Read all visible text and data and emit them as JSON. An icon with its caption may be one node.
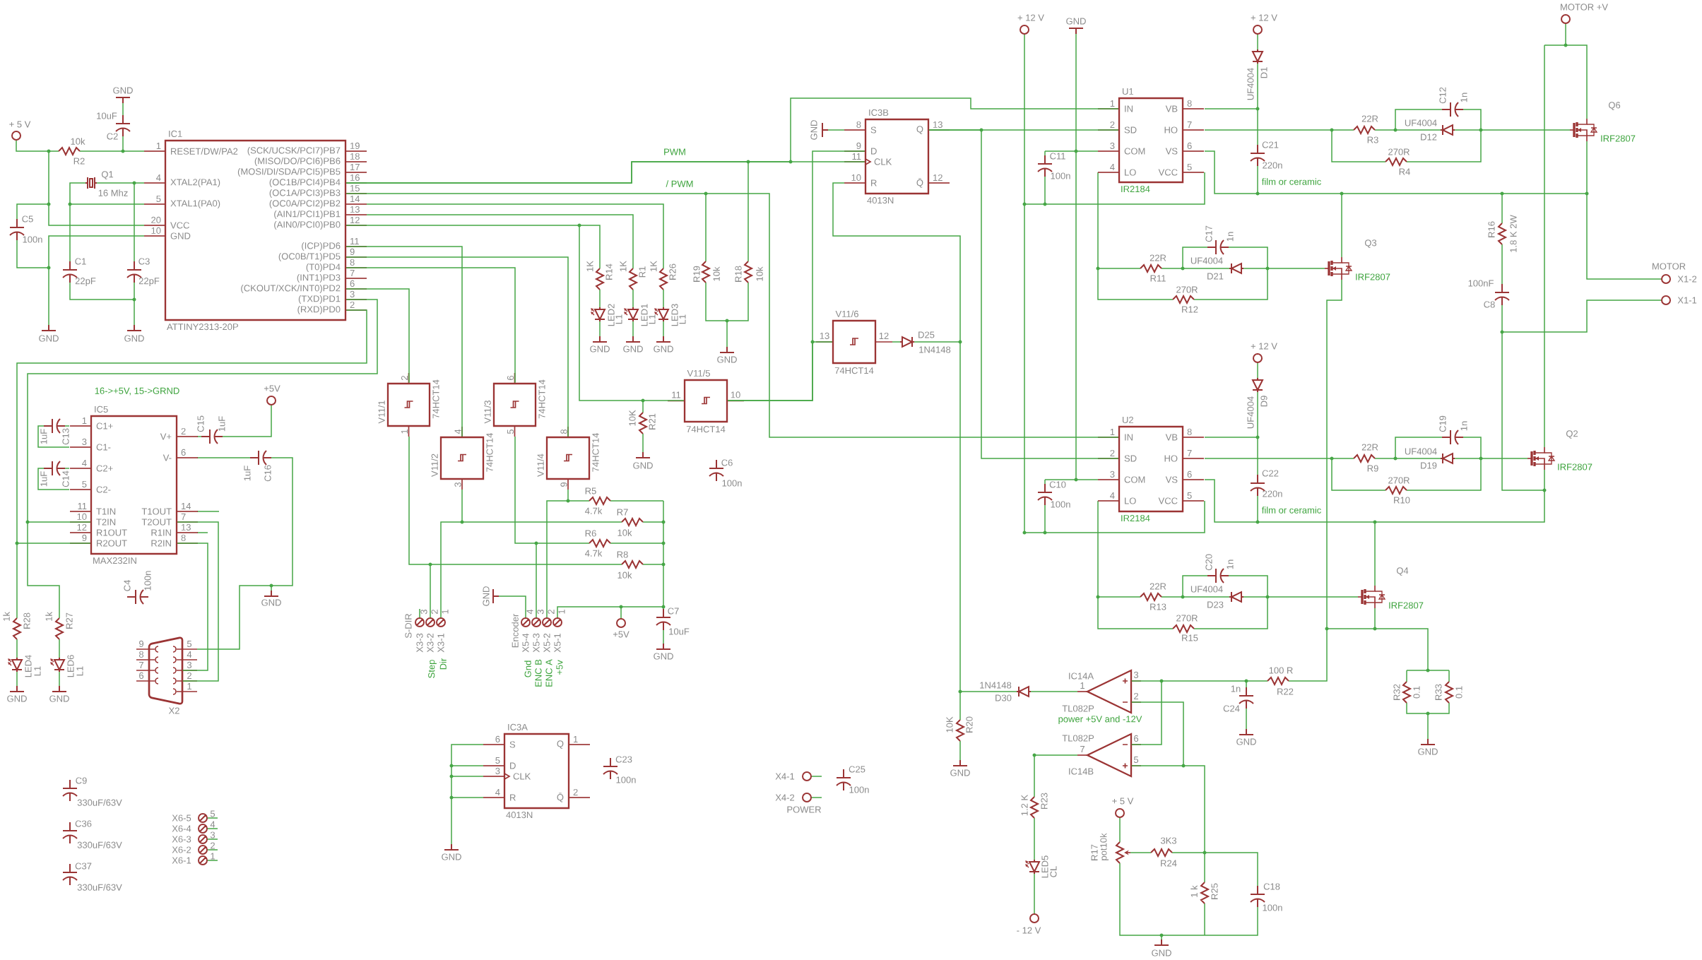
{
  "diagram": {
    "nodes": [
      {
        "text": [
          "IC1",
          "RESET/DW/PA2",
          "XTAL2(PA1)",
          "XTAL1(PA0)",
          "VCC",
          "GND",
          "(SCK/UCSK/PCI7)PB7",
          "(MISO/DO/PCI6)PB6",
          "(MOSI/DI/SDA/PCI5)PB5",
          "(OC1B/PCI4)PB4",
          "(OC1A/PCI3)PB3",
          "(OC0A/PCI2)PB2",
          "(AIN1/PCI1)PB1",
          "(AIN0/PCI0)PB0",
          "(ICP)PD6",
          "(OC0B/T1)PD5",
          "(T0)PD4",
          "(INT1)PD3",
          "(CKOUT/XCK/INT0)PD2",
          "(TXD)PD1",
          "(RXD)PD0",
          "ATTINY2313-20P"
        ],
        "beside": [
          "1",
          "4",
          "5",
          "20",
          "10",
          "19",
          "18",
          "17",
          "16",
          "15",
          "14",
          "13",
          "12",
          "11",
          "9",
          "8",
          "7",
          "6",
          "3",
          "2"
        ]
      },
      {
        "text": [
          "IC5",
          "C1+",
          "C1-",
          "C2+",
          "C2-",
          "T1IN",
          "T2IN",
          "R1OUT",
          "R2OUT",
          "V+",
          "V-",
          "T1OUT",
          "T2OUT",
          "R1IN",
          "R2IN",
          "MAX232IN"
        ],
        "beside": [
          "1",
          "3",
          "4",
          "5",
          "11",
          "10",
          "12",
          "9",
          "2",
          "6",
          "14",
          "7",
          "13",
          "8"
        ]
      },
      {
        "text": [
          "IC3B",
          "S",
          "D",
          "CLK",
          "R",
          "Q",
          "Q̄",
          "4013N"
        ],
        "beside": [
          "8",
          "9",
          "11",
          "10",
          "13",
          "12"
        ]
      },
      {
        "text": [
          "U1",
          "IN",
          "SD",
          "COM",
          "LO",
          "VB",
          "HO",
          "VS",
          "VCC",
          "IR2184"
        ],
        "beside": [
          "1",
          "2",
          "3",
          "4",
          "8",
          "7",
          "6",
          "5"
        ]
      },
      {
        "text": [
          "U2",
          "IN",
          "SD",
          "COM",
          "LO",
          "VB",
          "HO",
          "VS",
          "VCC",
          "IR2184"
        ],
        "beside": [
          "1",
          "2",
          "3",
          "4",
          "8",
          "7",
          "6",
          "5"
        ]
      },
      {
        "text": [
          "V11/1",
          "74HCT14",
          "2",
          "1"
        ]
      },
      {
        "text": [
          "V11/2",
          "74HCT14",
          "4",
          "3"
        ]
      },
      {
        "text": [
          "V11/3",
          "74HCT14",
          "6",
          "5"
        ]
      },
      {
        "text": [
          "V11/4",
          "74HCT14",
          "8",
          "9"
        ]
      },
      {
        "text": [
          "V11/5",
          "74HCT14",
          "11",
          "10"
        ]
      },
      {
        "text": [
          "V11/6",
          "74HCT14",
          "13",
          "12"
        ]
      },
      {
        "text": [
          "IC3A",
          "S",
          "D",
          "CLK",
          "R",
          "Q",
          "Q̄",
          "4013N"
        ],
        "beside": [
          "6",
          "5",
          "3",
          "4",
          "1",
          "2"
        ]
      },
      {
        "text": [
          "IC14A",
          "TL082P"
        ],
        "beside": [
          "1",
          "3",
          "2"
        ]
      },
      {
        "text": [
          "TL082P",
          "IC14B"
        ],
        "beside": [
          "7",
          "6",
          "5"
        ]
      },
      {
        "text": [
          "X2"
        ],
        "beside": [
          "9",
          "8",
          "7",
          "6",
          "5",
          "4",
          "3",
          "2",
          "1"
        ]
      }
    ],
    "edges": [
      {
        "from": 0,
        "to": 2,
        "arrow": "none",
        "label": "PWM"
      },
      {
        "from": 0,
        "to": 3,
        "arrow": "none"
      },
      {
        "from": 0,
        "to": 4,
        "arrow": "none",
        "label": "/ PWM"
      },
      {
        "from": 0,
        "to": 9,
        "arrow": "none"
      },
      {
        "from": 9,
        "to": 2,
        "arrow": "none"
      },
      {
        "from": 9,
        "to": 10,
        "arrow": "none"
      },
      {
        "from": 2,
        "to": 3,
        "arrow": "none"
      },
      {
        "from": 2,
        "to": 4,
        "arrow": "none"
      },
      {
        "from": 0,
        "to": 5,
        "arrow": "none"
      },
      {
        "from": 0,
        "to": 6,
        "arrow": "none"
      },
      {
        "from": 0,
        "to": 7,
        "arrow": "none"
      },
      {
        "from": 0,
        "to": 8,
        "arrow": "none"
      },
      {
        "from": 0,
        "to": 1,
        "arrow": "none"
      },
      {
        "from": 0,
        "to": 1,
        "arrow": "none"
      },
      {
        "from": 1,
        "to": 14,
        "arrow": "none"
      },
      {
        "from": 1,
        "to": 14,
        "arrow": "none"
      },
      {
        "from": 12,
        "to": 13,
        "arrow": "none"
      },
      {
        "from": 12,
        "to": 13,
        "arrow": "none"
      }
    ],
    "labels": [
      "+ 5 V",
      "GND",
      "10uF",
      "C2",
      "10k",
      "R2",
      "Q1",
      "16 Mhz",
      "C5",
      "100n",
      "C1",
      "22pF",
      "C3",
      "22pF",
      "GND",
      "GND",
      "16->+5V, 15->GRND",
      "+5V",
      "1uF",
      "C13",
      "1uF",
      "C14",
      "C15",
      "1uF",
      "1uF",
      "C16",
      "C4",
      "100n",
      "GND",
      "1k",
      "R28",
      "LED4",
      "L1",
      "GND",
      "1k",
      "R27",
      "LED6",
      "L1",
      "GND",
      "C9",
      "330uF/63V",
      "C36",
      "330uF/63V",
      "C37",
      "330uF/63V",
      "X6-5",
      "X6-4",
      "X6-3",
      "X6-2",
      "X6-1",
      "5",
      "4",
      "3",
      "2",
      "1",
      "1K",
      "R14",
      "LED2",
      "L1",
      "GND",
      "1K",
      "R1",
      "LED1",
      "L1",
      "GND",
      "1K",
      "R26",
      "LED3",
      "L1",
      "GND",
      "R19",
      "10k",
      "R18",
      "10k",
      "GND",
      "10K",
      "R21",
      "GND",
      "C6",
      "100n",
      "D25",
      "1N4148",
      "GND",
      "+ 12 V",
      "GND",
      "C11",
      "100n",
      "C10",
      "100n",
      "+ 12 V",
      "UF4004",
      "D1",
      "C21",
      "220n",
      "film or ceramic",
      "22R",
      "R3",
      "UF4004",
      "D12",
      "C12",
      "1n",
      "270R",
      "R4",
      "MOTOR +V",
      "Q6",
      "IRF2807",
      "R16",
      "1.8 K 2W",
      "100nF",
      "C8",
      "MOTOR",
      "X1-2",
      "X1-1",
      "22R",
      "R11",
      "C17",
      "1n",
      "UF4004",
      "D21",
      "270R",
      "R12",
      "Q3",
      "IRF2807",
      "+ 12 V",
      "UF4004",
      "D9",
      "C22",
      "220n",
      "film or ceramic",
      "22R",
      "R9",
      "UF4004",
      "D19",
      "C19",
      "1n",
      "270R",
      "R10",
      "Q2",
      "IRF2807",
      "22R",
      "R13",
      "C20",
      "1n",
      "UF4004",
      "D23",
      "270R",
      "R15",
      "Q4",
      "IRF2807",
      "100 R",
      "R22",
      "1n",
      "C24",
      "GND",
      "R32",
      "0.1",
      "R33",
      "0.1",
      "GND",
      "3K3",
      "R24",
      "1 k",
      "R25",
      "C18",
      "100n",
      "GND",
      "R5",
      "4.7k",
      "R7",
      "R6",
      "10k",
      "4.7k",
      "R8",
      "10k",
      "+5V",
      "C7",
      "10uF",
      "GND",
      "S-DIR",
      "3",
      "2",
      "1",
      "X3-3",
      "X3-2",
      "X3-1",
      "Step",
      "Dir",
      "GND",
      "Encoder",
      "4",
      "3",
      "2",
      "1",
      "X5-4",
      "X5-3",
      "X5-2",
      "X5-1",
      "Gnd",
      "ENC B",
      "ENC A",
      "+5v",
      "GND",
      "C23",
      "100n",
      "X4-1",
      "X4-2",
      "POWER",
      "C25",
      "100n",
      "1N4148",
      "D30",
      "10K",
      "R20",
      "GND",
      "power +5V and -12V",
      "1.2 K",
      "R23",
      "LED5",
      "CL",
      "- 12 V",
      "+ 5 V",
      "R17",
      "pot10k"
    ]
  }
}
